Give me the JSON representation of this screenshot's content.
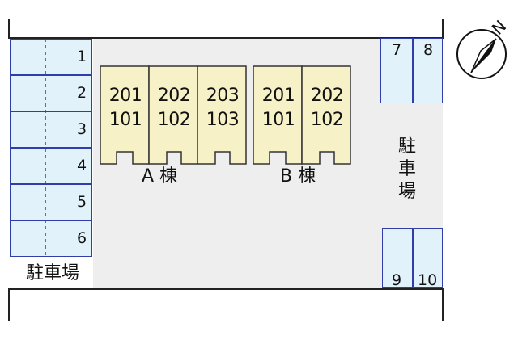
{
  "parking_left": {
    "numbers": [
      "1",
      "2",
      "3",
      "4",
      "5",
      "6"
    ],
    "label": "駐車場"
  },
  "parking_right_top": {
    "numbers": [
      "7",
      "8"
    ]
  },
  "parking_right_bottom": {
    "numbers": [
      "9",
      "10"
    ]
  },
  "parking_right_label": {
    "chars": [
      "駐",
      "車",
      "場"
    ]
  },
  "building_a": {
    "name": "A 棟",
    "units": [
      {
        "upper": "201",
        "lower": "101"
      },
      {
        "upper": "202",
        "lower": "102"
      },
      {
        "upper": "203",
        "lower": "103"
      }
    ]
  },
  "building_b": {
    "name": "B 棟",
    "units": [
      {
        "upper": "201",
        "lower": "101"
      },
      {
        "upper": "202",
        "lower": "102"
      }
    ]
  },
  "compass": {
    "label": "N"
  },
  "colors": {
    "building_fill": "#f6f1c6",
    "parking_fill": "#e2f2fb",
    "parking_border": "#2f3ea8",
    "lot_fill": "#eeeeee"
  }
}
